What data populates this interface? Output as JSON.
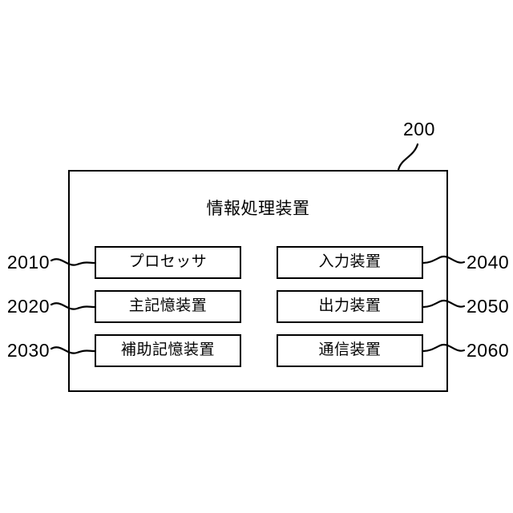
{
  "figure": {
    "type": "patent-block-diagram",
    "background_color": "#ffffff",
    "line_color": "#000000",
    "outer": {
      "title": "情報処理装置",
      "reference_numeral": "200"
    },
    "units": [
      {
        "label": "プロセッサ",
        "reference_numeral": "2010",
        "column": "left",
        "row": 1
      },
      {
        "label": "主記憶装置",
        "reference_numeral": "2020",
        "column": "left",
        "row": 2
      },
      {
        "label": "補助記憶装置",
        "reference_numeral": "2030",
        "column": "left",
        "row": 3
      },
      {
        "label": "入力装置",
        "reference_numeral": "2040",
        "column": "right",
        "row": 1
      },
      {
        "label": "出力装置",
        "reference_numeral": "2050",
        "column": "right",
        "row": 2
      },
      {
        "label": "通信装置",
        "reference_numeral": "2060",
        "column": "right",
        "row": 3
      }
    ]
  }
}
